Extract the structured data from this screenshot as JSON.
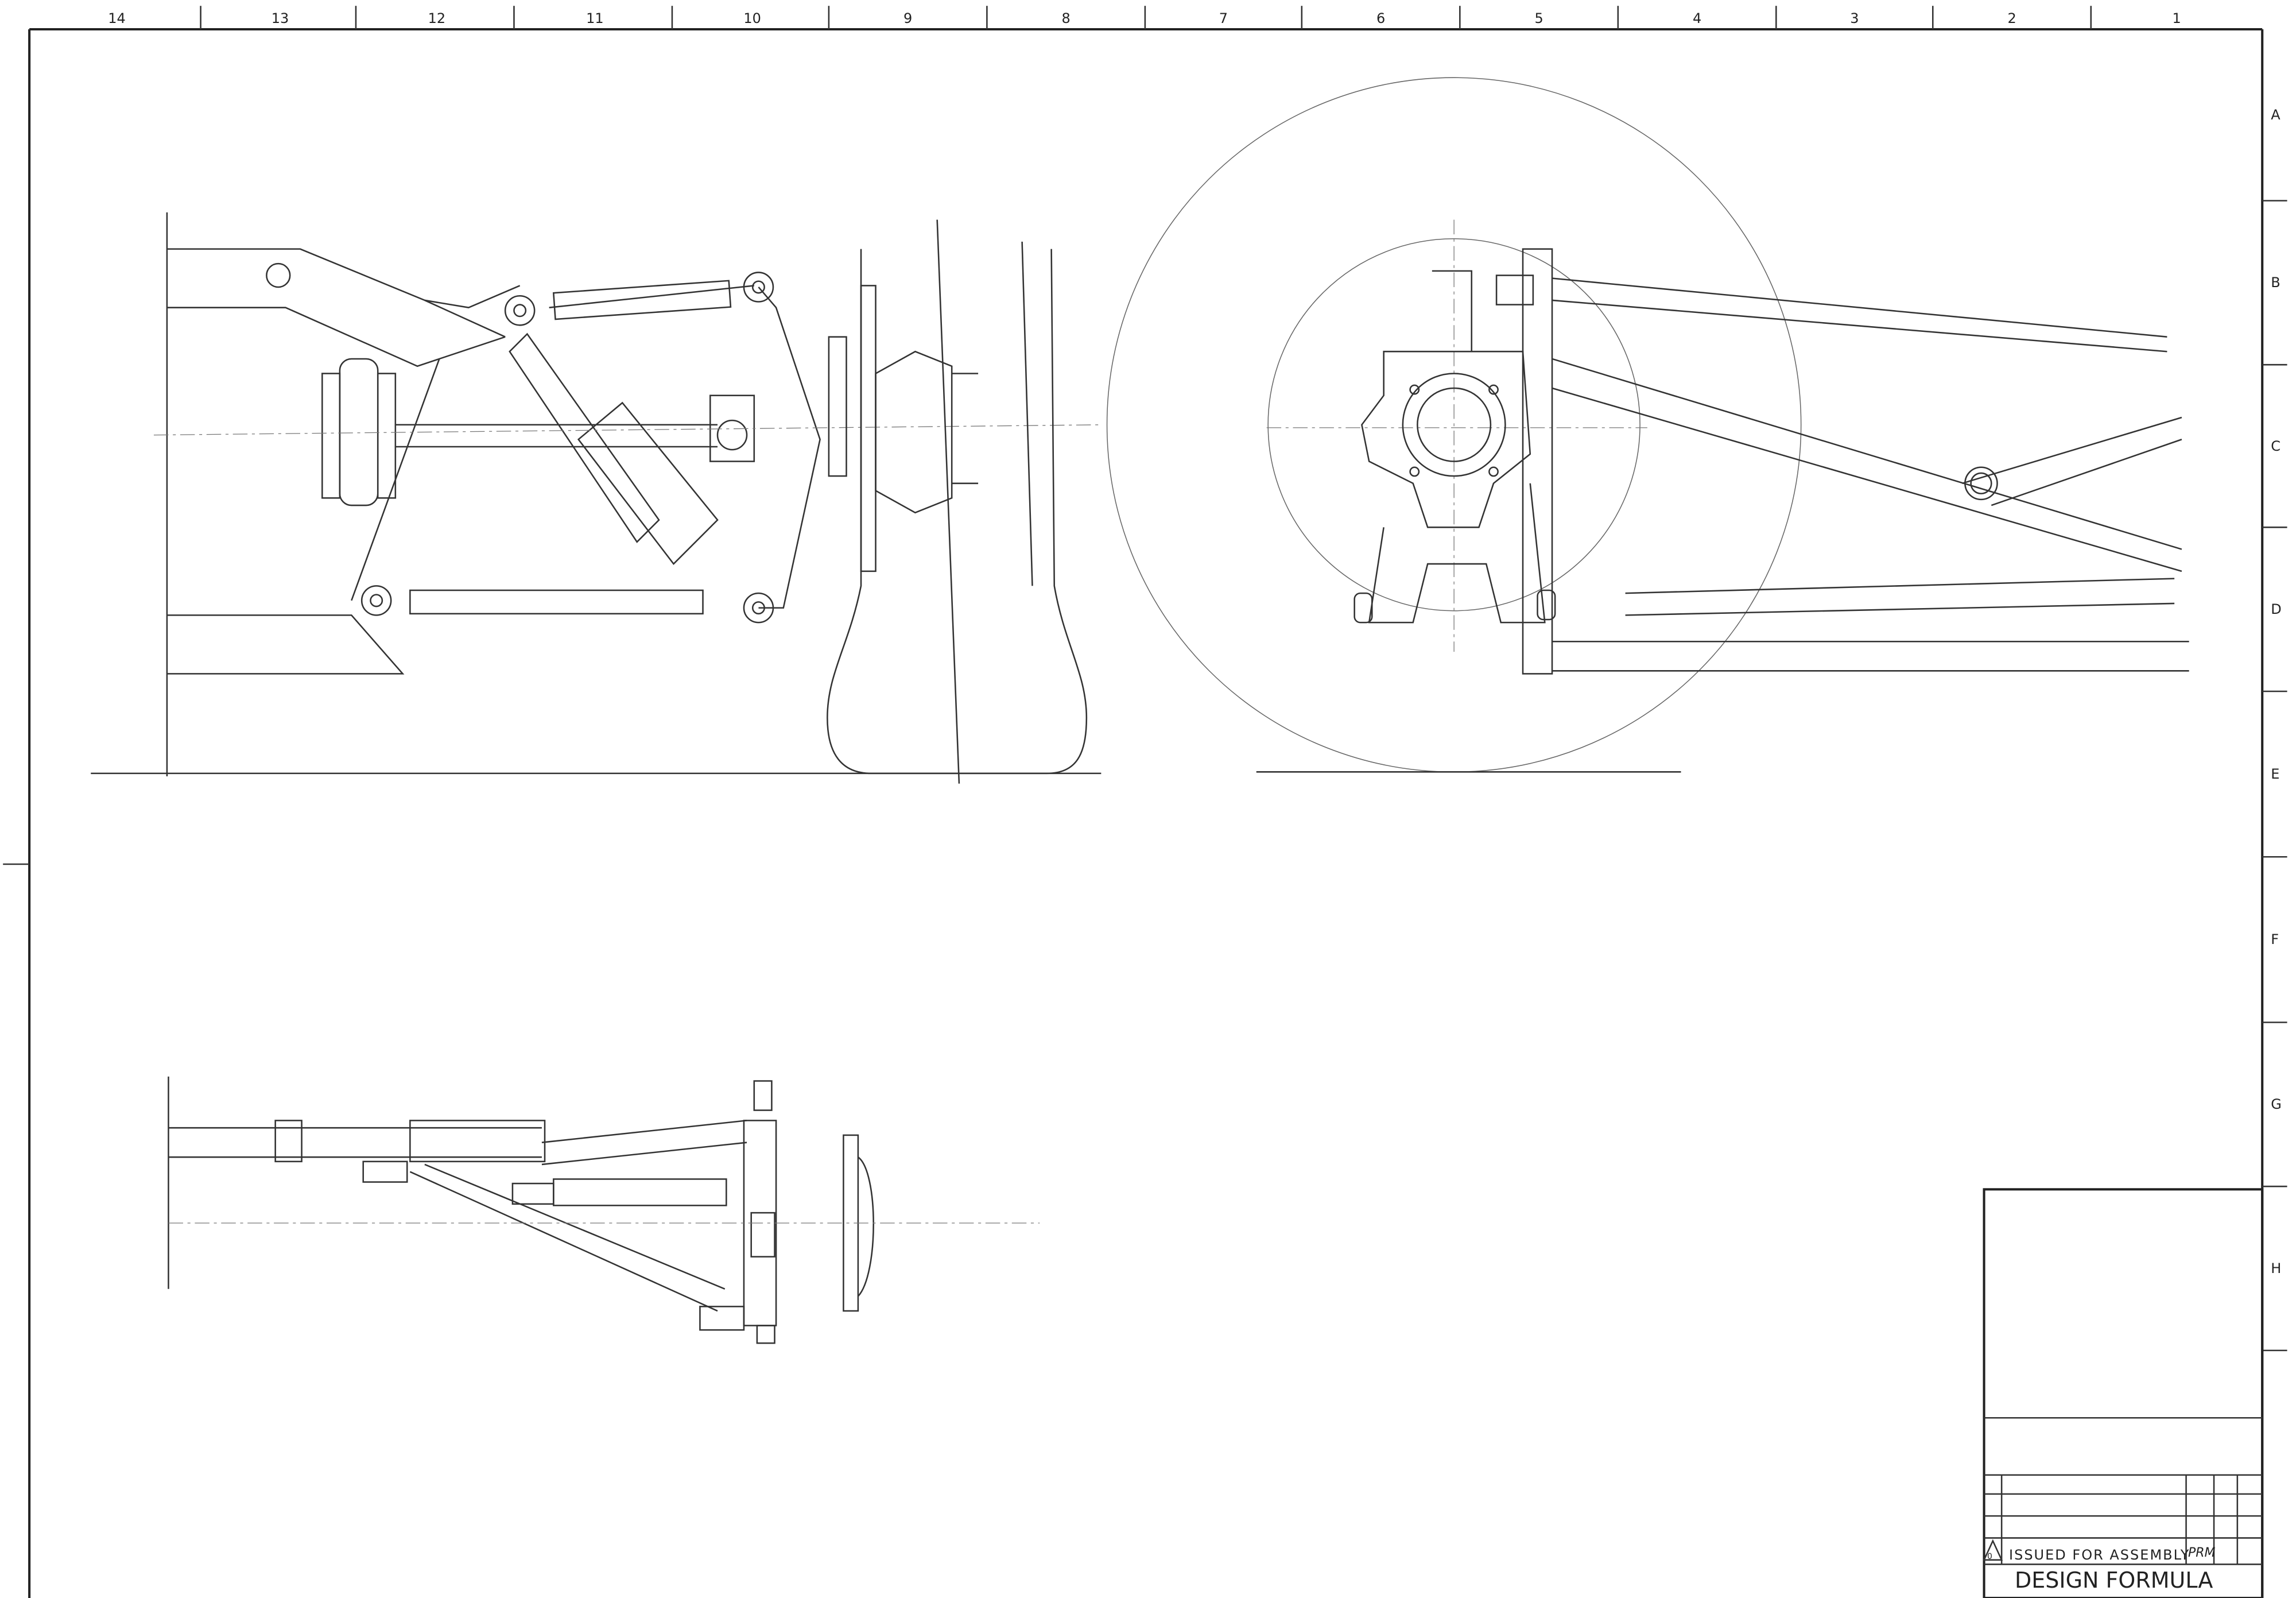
{
  "grid": {
    "columns": [
      "14",
      "13",
      "12",
      "11",
      "10",
      "9",
      "8",
      "7",
      "6",
      "5",
      "4",
      "3",
      "2",
      "1"
    ],
    "rows": [
      "A",
      "B",
      "C",
      "D",
      "E",
      "F",
      "G",
      "H"
    ]
  },
  "title_block": {
    "revision_symbol": "0",
    "revision_text": "ISSUED FOR ASSEMBLY",
    "revision_initials": "PRM",
    "title": "DESIGN FORMULA"
  }
}
